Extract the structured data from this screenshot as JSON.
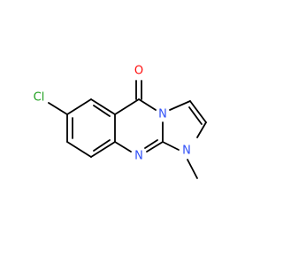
{
  "molecule": {
    "atoms": {
      "cl": {
        "label": "Cl",
        "color": "#1fa01f"
      },
      "o": {
        "label": "O",
        "color": "#ff0d0d"
      },
      "n_bridge": {
        "label": "N",
        "color": "#3050f8"
      },
      "n_ring": {
        "label": "N",
        "color": "#3050f8"
      },
      "n_methyl": {
        "label": "N",
        "color": "#3050f8"
      }
    }
  }
}
